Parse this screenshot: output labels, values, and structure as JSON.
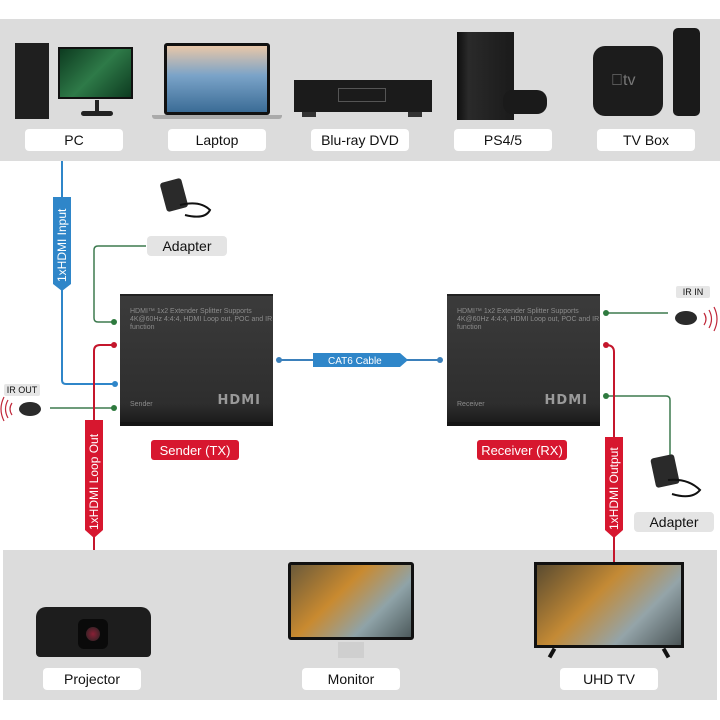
{
  "sources": [
    {
      "label": "PC",
      "icon": "pc-icon"
    },
    {
      "label": "Laptop",
      "icon": "laptop-icon"
    },
    {
      "label": "Blu-ray DVD",
      "icon": "bluray-player-icon"
    },
    {
      "label": "PS4/5",
      "icon": "game-console-icon"
    },
    {
      "label": "TV Box",
      "icon": "tv-box-icon"
    }
  ],
  "displays": [
    {
      "label": "Projector",
      "icon": "projector-icon"
    },
    {
      "label": "Monitor",
      "icon": "monitor-icon"
    },
    {
      "label": "UHD TV",
      "icon": "tv-icon"
    }
  ],
  "sender": {
    "title": "Sender (TX)",
    "spec": "HDMI™ 1x2 Extender Splitter Supports 4K@60Hz 4:4:4, HDMI Loop out, POC and IR function",
    "role": "Sender",
    "logo": "HDMI"
  },
  "receiver": {
    "title": "Receiver (RX)",
    "spec": "HDMI™ 1x2 Extender Splitter Supports 4K@60Hz 4:4:4, HDMI Loop out, POC and IR function",
    "role": "Receiver",
    "logo": "HDMI"
  },
  "connections": {
    "hdmi_input": "1xHDMI Input",
    "hdmi_loop_out": "1xHDMI Loop Out",
    "hdmi_output": "1xHDMI Output",
    "cat6": "CAT6 Cable",
    "ir_out": "IR OUT",
    "ir_in": "IR IN",
    "adapter_tx": "Adapter",
    "adapter_rx": "Adapter"
  },
  "colors": {
    "hdmi_input_blue": "#2f86c9",
    "hdmi_out_red": "#d7172f",
    "power_ir_green": "#3d7a4f",
    "panel_grey": "#dcdcdc"
  }
}
